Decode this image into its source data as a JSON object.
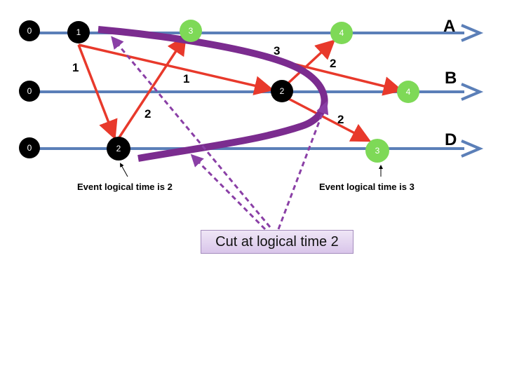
{
  "processes": [
    {
      "id": "A",
      "label": "A"
    },
    {
      "id": "B",
      "label": "B"
    },
    {
      "id": "D",
      "label": "D"
    }
  ],
  "events": [
    {
      "id": "a0",
      "process": "A",
      "value": "0",
      "kind": "initial"
    },
    {
      "id": "a1",
      "process": "A",
      "value": "1",
      "kind": "before-cut"
    },
    {
      "id": "a3",
      "process": "A",
      "value": "3",
      "kind": "after-cut"
    },
    {
      "id": "a4",
      "process": "A",
      "value": "4",
      "kind": "after-cut"
    },
    {
      "id": "b0",
      "process": "B",
      "value": "0",
      "kind": "initial"
    },
    {
      "id": "b2",
      "process": "B",
      "value": "2",
      "kind": "before-cut"
    },
    {
      "id": "b4",
      "process": "B",
      "value": "4",
      "kind": "after-cut"
    },
    {
      "id": "d0",
      "process": "D",
      "value": "0",
      "kind": "initial"
    },
    {
      "id": "d2",
      "process": "D",
      "value": "2",
      "kind": "before-cut"
    },
    {
      "id": "d3",
      "process": "D",
      "value": "3",
      "kind": "after-cut"
    }
  ],
  "messages": [
    {
      "from": "a1",
      "to": "d2",
      "label": "1"
    },
    {
      "from": "a1",
      "to": "b2",
      "label": "1"
    },
    {
      "from": "d2",
      "to": "a3",
      "label": "2"
    },
    {
      "from": "a3",
      "to": "b4",
      "label": "3"
    },
    {
      "from": "b2",
      "to": "a4",
      "label": "2"
    },
    {
      "from": "b2",
      "to": "d3",
      "label": "2"
    }
  ],
  "annotations": {
    "note_left": "Event logical time is 2",
    "note_right": "Event logical time is 3",
    "cut_label": "Cut at logical time 2"
  },
  "colors": {
    "timeline": "#5b7fb8",
    "message": "#e8392b",
    "cut": "#7b2c8f",
    "dashed_pointer": "#8a3fa6",
    "node_before_cut": "#000000",
    "node_after_cut": "#7ed957",
    "node_text": "#ffffff"
  }
}
